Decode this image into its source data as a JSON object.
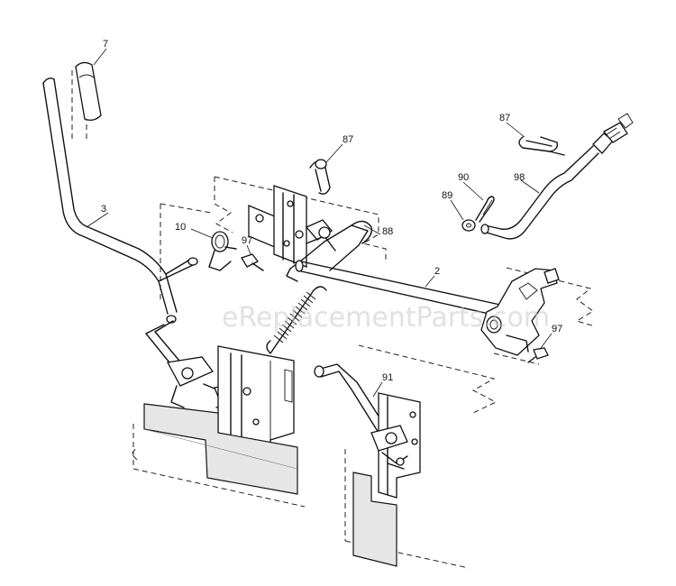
{
  "watermark": "eReplacementParts.com",
  "callouts": {
    "c7": "7",
    "c3": "3",
    "c10": "10",
    "c97a": "97",
    "c87a": "87",
    "c88": "88",
    "c2": "2",
    "c87b": "87",
    "c90": "90",
    "c89": "89",
    "c98": "98",
    "c97b": "97",
    "c91": "91"
  }
}
